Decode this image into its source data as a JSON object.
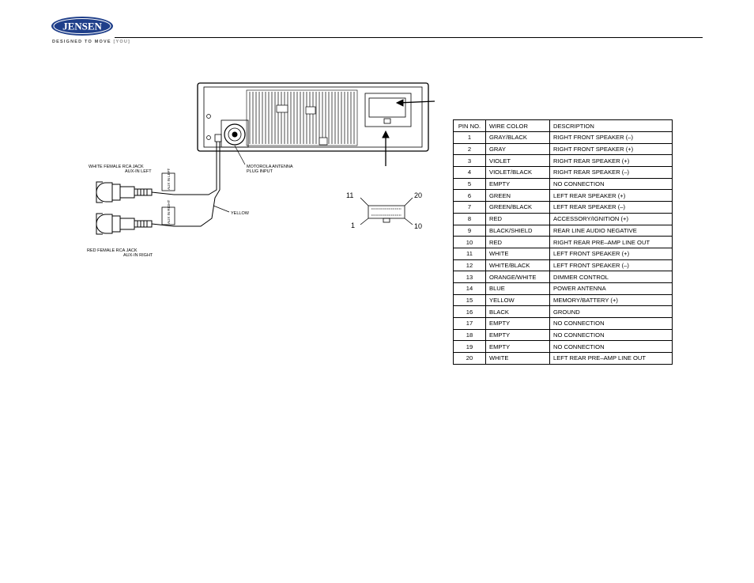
{
  "header": {
    "brand": "JENSEN",
    "tagline_main": "DESIGNED TO MOVE",
    "tagline_you": "[YOU]"
  },
  "diagram": {
    "label_white_jack": "WHITE FEMALE RCA JACK",
    "label_aux_left": "AUX-IN LEFT",
    "label_red_jack": "RED FEMALE RCA JACK",
    "label_aux_right": "AUX-IN RIGHT",
    "label_tag_left": "AUX IN LEFT",
    "label_tag_right": "AUX IN RIGHT",
    "label_yellow": "YELLOW",
    "label_antenna_1": "MOTOROLA ANTENNA",
    "label_antenna_2": "PLUG INPUT",
    "connector_pins": {
      "top_left": "11",
      "top_right": "20",
      "bottom_left": "1",
      "bottom_right": "10"
    }
  },
  "pin_table": {
    "headers": {
      "pin": "PIN NO.",
      "color": "WIRE COLOR",
      "desc": "DESCRIPTION"
    },
    "rows": [
      {
        "pin": "1",
        "color": "GRAY/BLACK",
        "desc": "RIGHT FRONT SPEAKER (–)"
      },
      {
        "pin": "2",
        "color": "GRAY",
        "desc": "RIGHT FRONT SPEAKER (+)"
      },
      {
        "pin": "3",
        "color": "VIOLET",
        "desc": "RIGHT REAR SPEAKER (+)"
      },
      {
        "pin": "4",
        "color": "VIOLET/BLACK",
        "desc": "RIGHT REAR SPEAKER (–)"
      },
      {
        "pin": "5",
        "color": "EMPTY",
        "desc": "NO CONNECTION"
      },
      {
        "pin": "6",
        "color": "GREEN",
        "desc": "LEFT REAR SPEAKER (+)"
      },
      {
        "pin": "7",
        "color": "GREEN/BLACK",
        "desc": "LEFT REAR SPEAKER (–)"
      },
      {
        "pin": "8",
        "color": "RED",
        "desc": "ACCESSORY/IGNITION (+)"
      },
      {
        "pin": "9",
        "color": "BLACK/SHIELD",
        "desc": "REAR LINE AUDIO NEGATIVE"
      },
      {
        "pin": "10",
        "color": "RED",
        "desc": "RIGHT REAR PRE–AMP LINE OUT"
      },
      {
        "pin": "11",
        "color": "WHITE",
        "desc": "LEFT FRONT SPEAKER (+)"
      },
      {
        "pin": "12",
        "color": "WHITE/BLACK",
        "desc": "LEFT FRONT SPEAKER (–)"
      },
      {
        "pin": "13",
        "color": "ORANGE/WHITE",
        "desc": "DIMMER CONTROL"
      },
      {
        "pin": "14",
        "color": "BLUE",
        "desc": "POWER ANTENNA"
      },
      {
        "pin": "15",
        "color": "YELLOW",
        "desc": "MEMORY/BATTERY (+)"
      },
      {
        "pin": "16",
        "color": "BLACK",
        "desc": "GROUND"
      },
      {
        "pin": "17",
        "color": "EMPTY",
        "desc": "NO CONNECTION"
      },
      {
        "pin": "18",
        "color": "EMPTY",
        "desc": "NO CONNECTION"
      },
      {
        "pin": "19",
        "color": "EMPTY",
        "desc": "NO CONNECTION"
      },
      {
        "pin": "20",
        "color": "WHITE",
        "desc": "LEFT REAR PRE–AMP LINE OUT"
      }
    ]
  }
}
